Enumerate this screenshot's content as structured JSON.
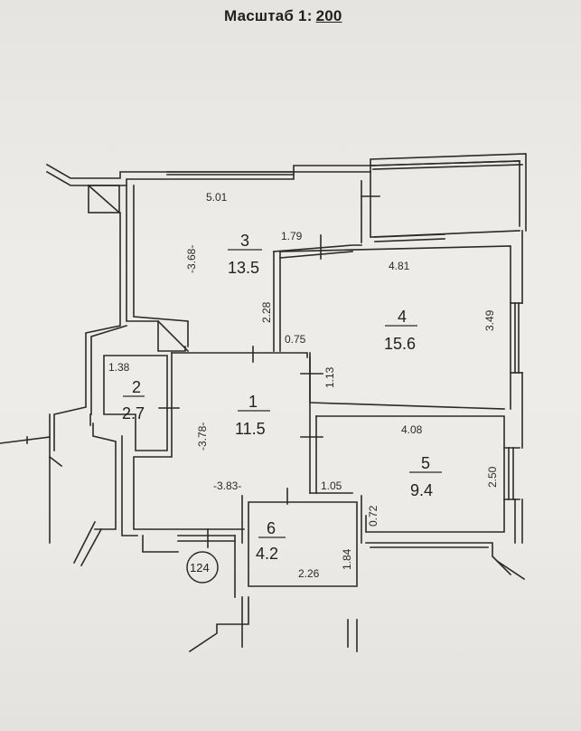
{
  "scale": {
    "label": "Масштаб 1:",
    "value": "200"
  },
  "rooms": [
    {
      "number": "1",
      "area": "11.5"
    },
    {
      "number": "2",
      "area": "2.7"
    },
    {
      "number": "3",
      "area": "13.5"
    },
    {
      "number": "4",
      "area": "15.6"
    },
    {
      "number": "5",
      "area": "9.4"
    },
    {
      "number": "6",
      "area": "4.2"
    }
  ],
  "dimensions": {
    "d501": "5.01",
    "d368": "-3.68-",
    "d179": "1.79",
    "d228": "2.28",
    "d481": "4.81",
    "d349": "3.49",
    "d075": "0.75",
    "d113": "1.13",
    "d138": "1.38",
    "d378": "-3.78-",
    "d383": "-3.83-",
    "d408": "4.08",
    "d105": "1.05",
    "d072": "0.72",
    "d250": "2.50",
    "d226": "2.26",
    "d184": "1.84"
  },
  "marker": "124"
}
